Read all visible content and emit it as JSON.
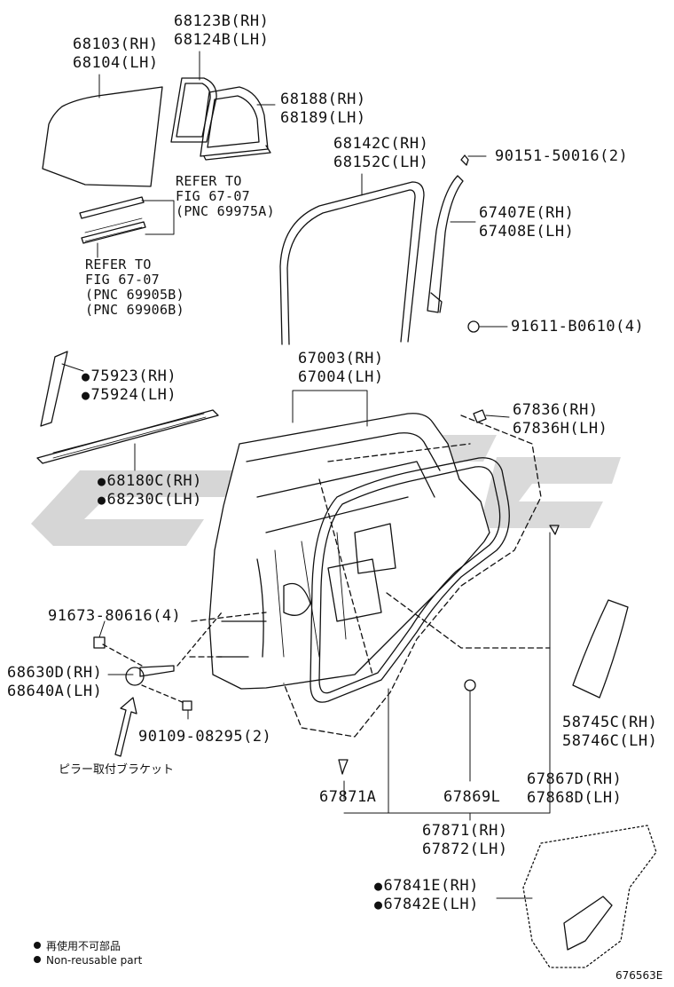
{
  "diagram": {
    "figure_ref": "676563E",
    "watermark_color": "#d6d6d6",
    "line_color": "#111111",
    "labels": {
      "p68103": [
        "68103(RH)",
        "68104(LH)"
      ],
      "p68123": [
        "68123B(RH)",
        "68124B(LH)"
      ],
      "p68188": [
        "68188(RH)",
        "68189(LH)"
      ],
      "p68142": [
        "68142C(RH)",
        "68152C(LH)"
      ],
      "p90151": [
        "90151-50016(2)"
      ],
      "p67407": [
        "67407E(RH)",
        "67408E(LH)"
      ],
      "p91611": [
        "91611-B0610(4)"
      ],
      "ref1": [
        "REFER TO",
        "FIG 67-07",
        "(PNC 69975A)"
      ],
      "ref2": [
        "REFER TO",
        "FIG 67-07",
        "(PNC 69905B)",
        "(PNC 69906B)"
      ],
      "p75923": [
        "75923(RH)",
        "75924(LH)"
      ],
      "p67003": [
        "67003(RH)",
        "67004(LH)"
      ],
      "p67836": [
        "67836(RH)",
        "67836H(LH)"
      ],
      "p68180": [
        "68180C(RH)",
        "68230C(LH)"
      ],
      "p91673": [
        "91673-80616(4)"
      ],
      "p68630": [
        "68630D(RH)",
        "68640A(LH)"
      ],
      "p90109": [
        "90109-08295(2)"
      ],
      "pillar_bracket": "ピラー取付ブラケット",
      "p58745": [
        "58745C(RH)",
        "58746C(LH)"
      ],
      "p67871A": "67871A",
      "p67869L": "67869L",
      "p67867": [
        "67867D(RH)",
        "67868D(LH)"
      ],
      "p67871": [
        "67871(RH)",
        "67872(LH)"
      ],
      "p67841": [
        "67841E(RH)",
        "67842E(LH)"
      ]
    },
    "legend": [
      "再使用不可部品",
      "Non-reusable part"
    ]
  }
}
